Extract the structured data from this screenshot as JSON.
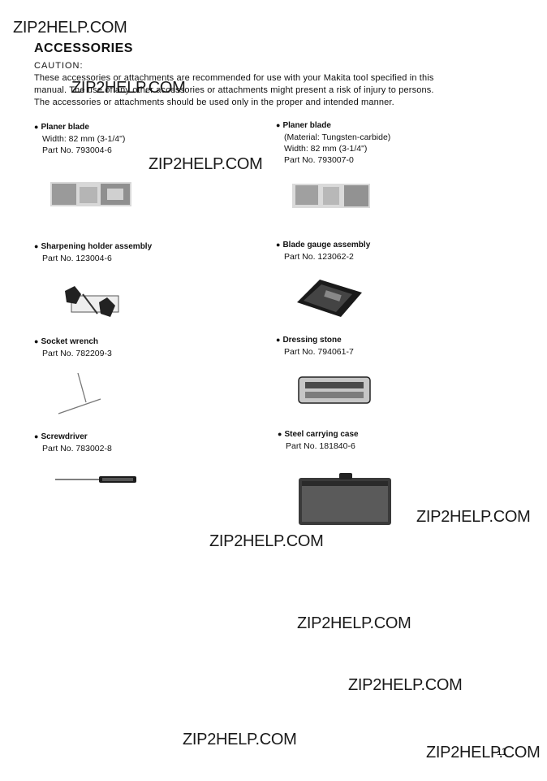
{
  "watermark": "ZIP2HELP.COM",
  "title": "ACCESSORIES",
  "caution_label": "CAUTION:",
  "caution_lines": [
    "These accessories or attachments are recommended for use with your Makita tool specified in this",
    "manual. The use of any other accessories or attachments might present a risk of injury to persons.",
    "The accessories or attachments should be used only in the proper and intended manner."
  ],
  "items": [
    {
      "name": "Planer blade",
      "lines": [
        "Width: 82 mm (3-1/4\")",
        "Part No. 793004-6"
      ]
    },
    {
      "name": "Planer blade",
      "lines": [
        "(Material: Tungsten-carbide)",
        "Width: 82 mm (3-1/4\")",
        "Part No. 793007-0"
      ]
    },
    {
      "name": "Sharpening holder assembly",
      "lines": [
        "Part No. 123004-6"
      ]
    },
    {
      "name": "Blade gauge assembly",
      "lines": [
        "Part No. 123062-2"
      ]
    },
    {
      "name": "Socket wrench",
      "lines": [
        "Part No. 782209-3"
      ]
    },
    {
      "name": "Dressing stone",
      "lines": [
        "Part No. 794061-7"
      ]
    },
    {
      "name": "Screwdriver",
      "lines": [
        "Part No. 783002-8"
      ]
    },
    {
      "name": "Steel carrying case",
      "lines": [
        "Part No. 181840-6"
      ]
    }
  ],
  "page_number": "11"
}
